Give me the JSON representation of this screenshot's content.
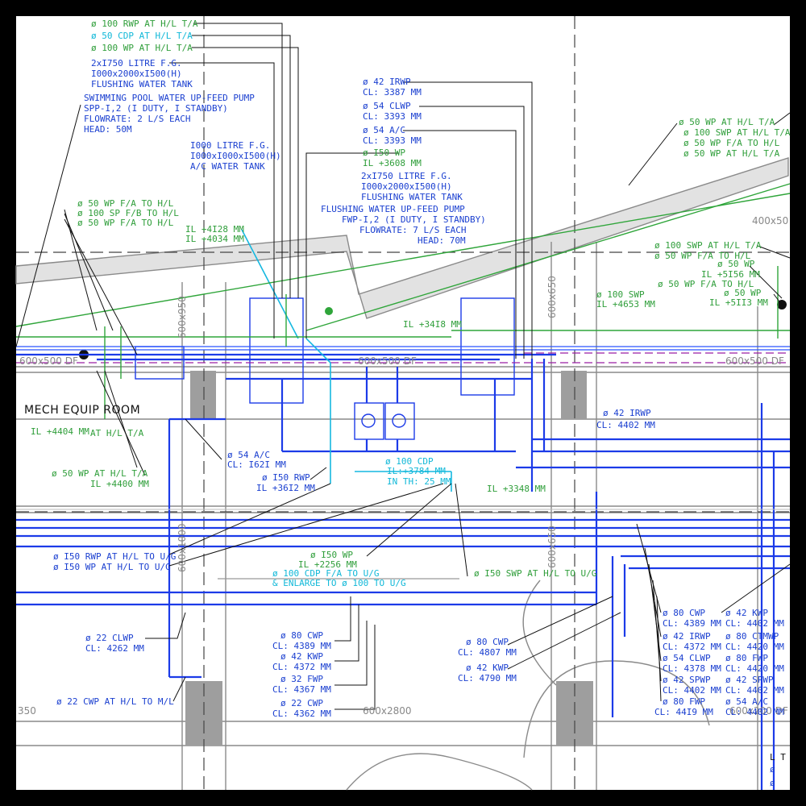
{
  "colors": {
    "blue_text": "#1a3fd0",
    "green_text": "#2f9e3a",
    "cyan_text": "#10b8d8",
    "pipe_blue": "#1c3be8",
    "pipe_green": "#2fa53a",
    "pipe_magenta": "#9a1fa5",
    "wall_grey": "#8a8a8a",
    "column_fill": "#9e9e9e",
    "paper": "#ffffff",
    "frame": "#000000"
  },
  "room": {
    "name": "MECH EQUIP ROOM"
  },
  "dimensions": {
    "left_col_top": "600x950",
    "right_col_upper": "600x650",
    "left_col_lower": "600x1000",
    "right_col_lower": "600x650",
    "duct_left": "600x500 DF",
    "duct_mid": "600x500 DF",
    "duct_right": "600x500 DF",
    "duct_upper_right": "400x50",
    "bottom_right_a": "600x2800",
    "bottom_right_b": "600x200 DF",
    "bottom_left_edge": "350"
  },
  "labels": {
    "tl_1": "ø 100 RWP AT H/L T/A",
    "tl_2": "ø 50 CDP AT H/L T/A",
    "tl_3": "ø 100 WP AT H/L T/A",
    "tank1_a": "2xI750 LITRE F.G.",
    "tank1_b": "I000x2000xI500(H)",
    "tank1_c": "FLUSHING WATER TANK",
    "pump1_a": "SWIMMING POOL WATER UP-FEED PUMP",
    "pump1_b": "SPP-I,2 (I DUTY, I STANDBY)",
    "pump1_c": "FLOWRATE: 2 L/S EACH",
    "pump1_d": "HEAD:  50M",
    "actank_a": "I000 LITRE F.G.",
    "actank_b": "I000xI000xI500(H)",
    "actank_c": "A/C WATER TANK",
    "lg_1": "ø 50 WP F/A TO H/L",
    "lg_2": "ø 100 SP F/B TO H/L",
    "lg_3": "ø 50 WP F/A TO H/L",
    "il_1": "IL +4I28 MM",
    "il_2": "IL +4034 MM",
    "mid_1a": "ø 42 IRWP",
    "mid_1b": "CL: 3387 MM",
    "mid_2a": "ø 54 CLWP",
    "mid_2b": "CL: 3393 MM",
    "mid_3a": "ø 54 A/C",
    "mid_3b": "CL: 3393 MM",
    "mid_4a": "ø I50 WP",
    "mid_4b": "IL +3608 MM",
    "tank2_a": "2xI750 LITRE F.G.",
    "tank2_b": "I000x2000xI500(H)",
    "tank2_c": "FLUSHING WATER TANK",
    "pump2_a": "FLUSHING WATER UP-FEED PUMP",
    "pump2_b": "FWP-I,2 (I DUTY, I STANDBY)",
    "pump2_c": "FLOWRATE: 7 L/S EACH",
    "pump2_d": "HEAD:  70M",
    "il_3418": "IL +34I8 MM",
    "tr_1": "ø 50 WP AT H/L T/A",
    "tr_2": "ø 100 SWP AT H/L T/A",
    "tr_3": "ø 50 WP F/A TO H/L",
    "tr_4": "ø 50 WP AT H/L T/A",
    "rg_1": "ø 100 SWP AT H/L T/A",
    "rg_2": "ø 50 WP F/A TO H/L",
    "rg_3": "ø 50 WP",
    "rg_4": "IL +5I56 MM",
    "rg_5": "ø 50 WP F/A TO H/L",
    "rg_6": "ø 50 WP",
    "rg_7": "IL +5II3 MM",
    "swp_a": "ø 100 SWP",
    "swp_b": "IL +4653 MM",
    "irwp_r_a": "ø 42 IRWP",
    "irwp_r_b": "CL: 4402 MM",
    "il_4404": "IL +4404 MM",
    "h_lta": "AT H/L T/A",
    "wp_hl_a": "ø 50 WP AT H/L T/A",
    "wp_hl_b": "IL +4400 MM",
    "ac_a": "ø 54 A/C",
    "ac_b": "CL: I62I MM",
    "rwp_a": "ø I50 RWP",
    "rwp_b": "IL +36I2 MM",
    "cdp_a": "ø 100 CDP",
    "cdp_b": "IL:+3784 MM",
    "cdp_c": "IN TH: 25 MM",
    "il_3348": "IL +3348 MM",
    "rwp_ug": "ø I50 RWP AT H/L TO U/G",
    "wp_ug": "ø I50 WP AT H/L TO U/G",
    "wp150_a": "ø I50 WP",
    "wp150_b": "IL +2256 MM",
    "swp_ug": "ø I50 SWP AT H/L TO U/G",
    "cdp_ug_a": "ø 100 CDP F/A TO U/G",
    "cdp_ug_b": "& ENLARGE TO ø 100 TO U/G",
    "clwp22_a": "ø 22 CLWP",
    "clwp22_b": "CL: 4262 MM",
    "cwp22_ml": "ø 22 CWP AT H/L TO M/L",
    "bm_1a": "ø 80 CWP",
    "bm_1b": "CL: 4389 MM",
    "bm_2a": "ø 42 KWP",
    "bm_2b": "CL: 4372 MM",
    "bm_3a": "ø 32 FWP",
    "bm_3b": "CL: 4367 MM",
    "bm_4a": "ø 22 CWP",
    "bm_4b": "CL: 4362 MM",
    "bc_1a": "ø 80 CWP",
    "bc_1b": "CL: 4807 MM",
    "bc_2a": "ø 42 KWP",
    "bc_2b": "CL: 4790 MM",
    "br_1a": "ø 80 CWP",
    "br_1b": "CL: 4389 MM",
    "br_2a": "ø 42 IRWP",
    "br_2b": "CL: 4372 MM",
    "br_3a": "ø 54 CLWP",
    "br_3b": "CL: 4378 MM",
    "br_4a": "ø 42 SPWP",
    "br_4b": "CL: 4402 MM",
    "br_5a": "ø 80 FWP",
    "br_5b": "CL: 44I9 MM",
    "bx_1a": "ø 42 KWP",
    "bx_1b": "CL: 4402 MM",
    "bx_2a": "ø 80 CTMWP",
    "bx_2b": "CL: 4420 MM",
    "bx_3a": "ø 80 FWP",
    "bx_3b": "CL: 4420 MM",
    "bx_4a": "ø 42 SPWP",
    "bx_4b": "CL: 4402 MM",
    "bx_5a": "ø 54 A/C",
    "bx_5b": "CL: 4402 MM",
    "edge_a": "L T",
    "edge_b": "ø",
    "edge_c": "ø"
  }
}
